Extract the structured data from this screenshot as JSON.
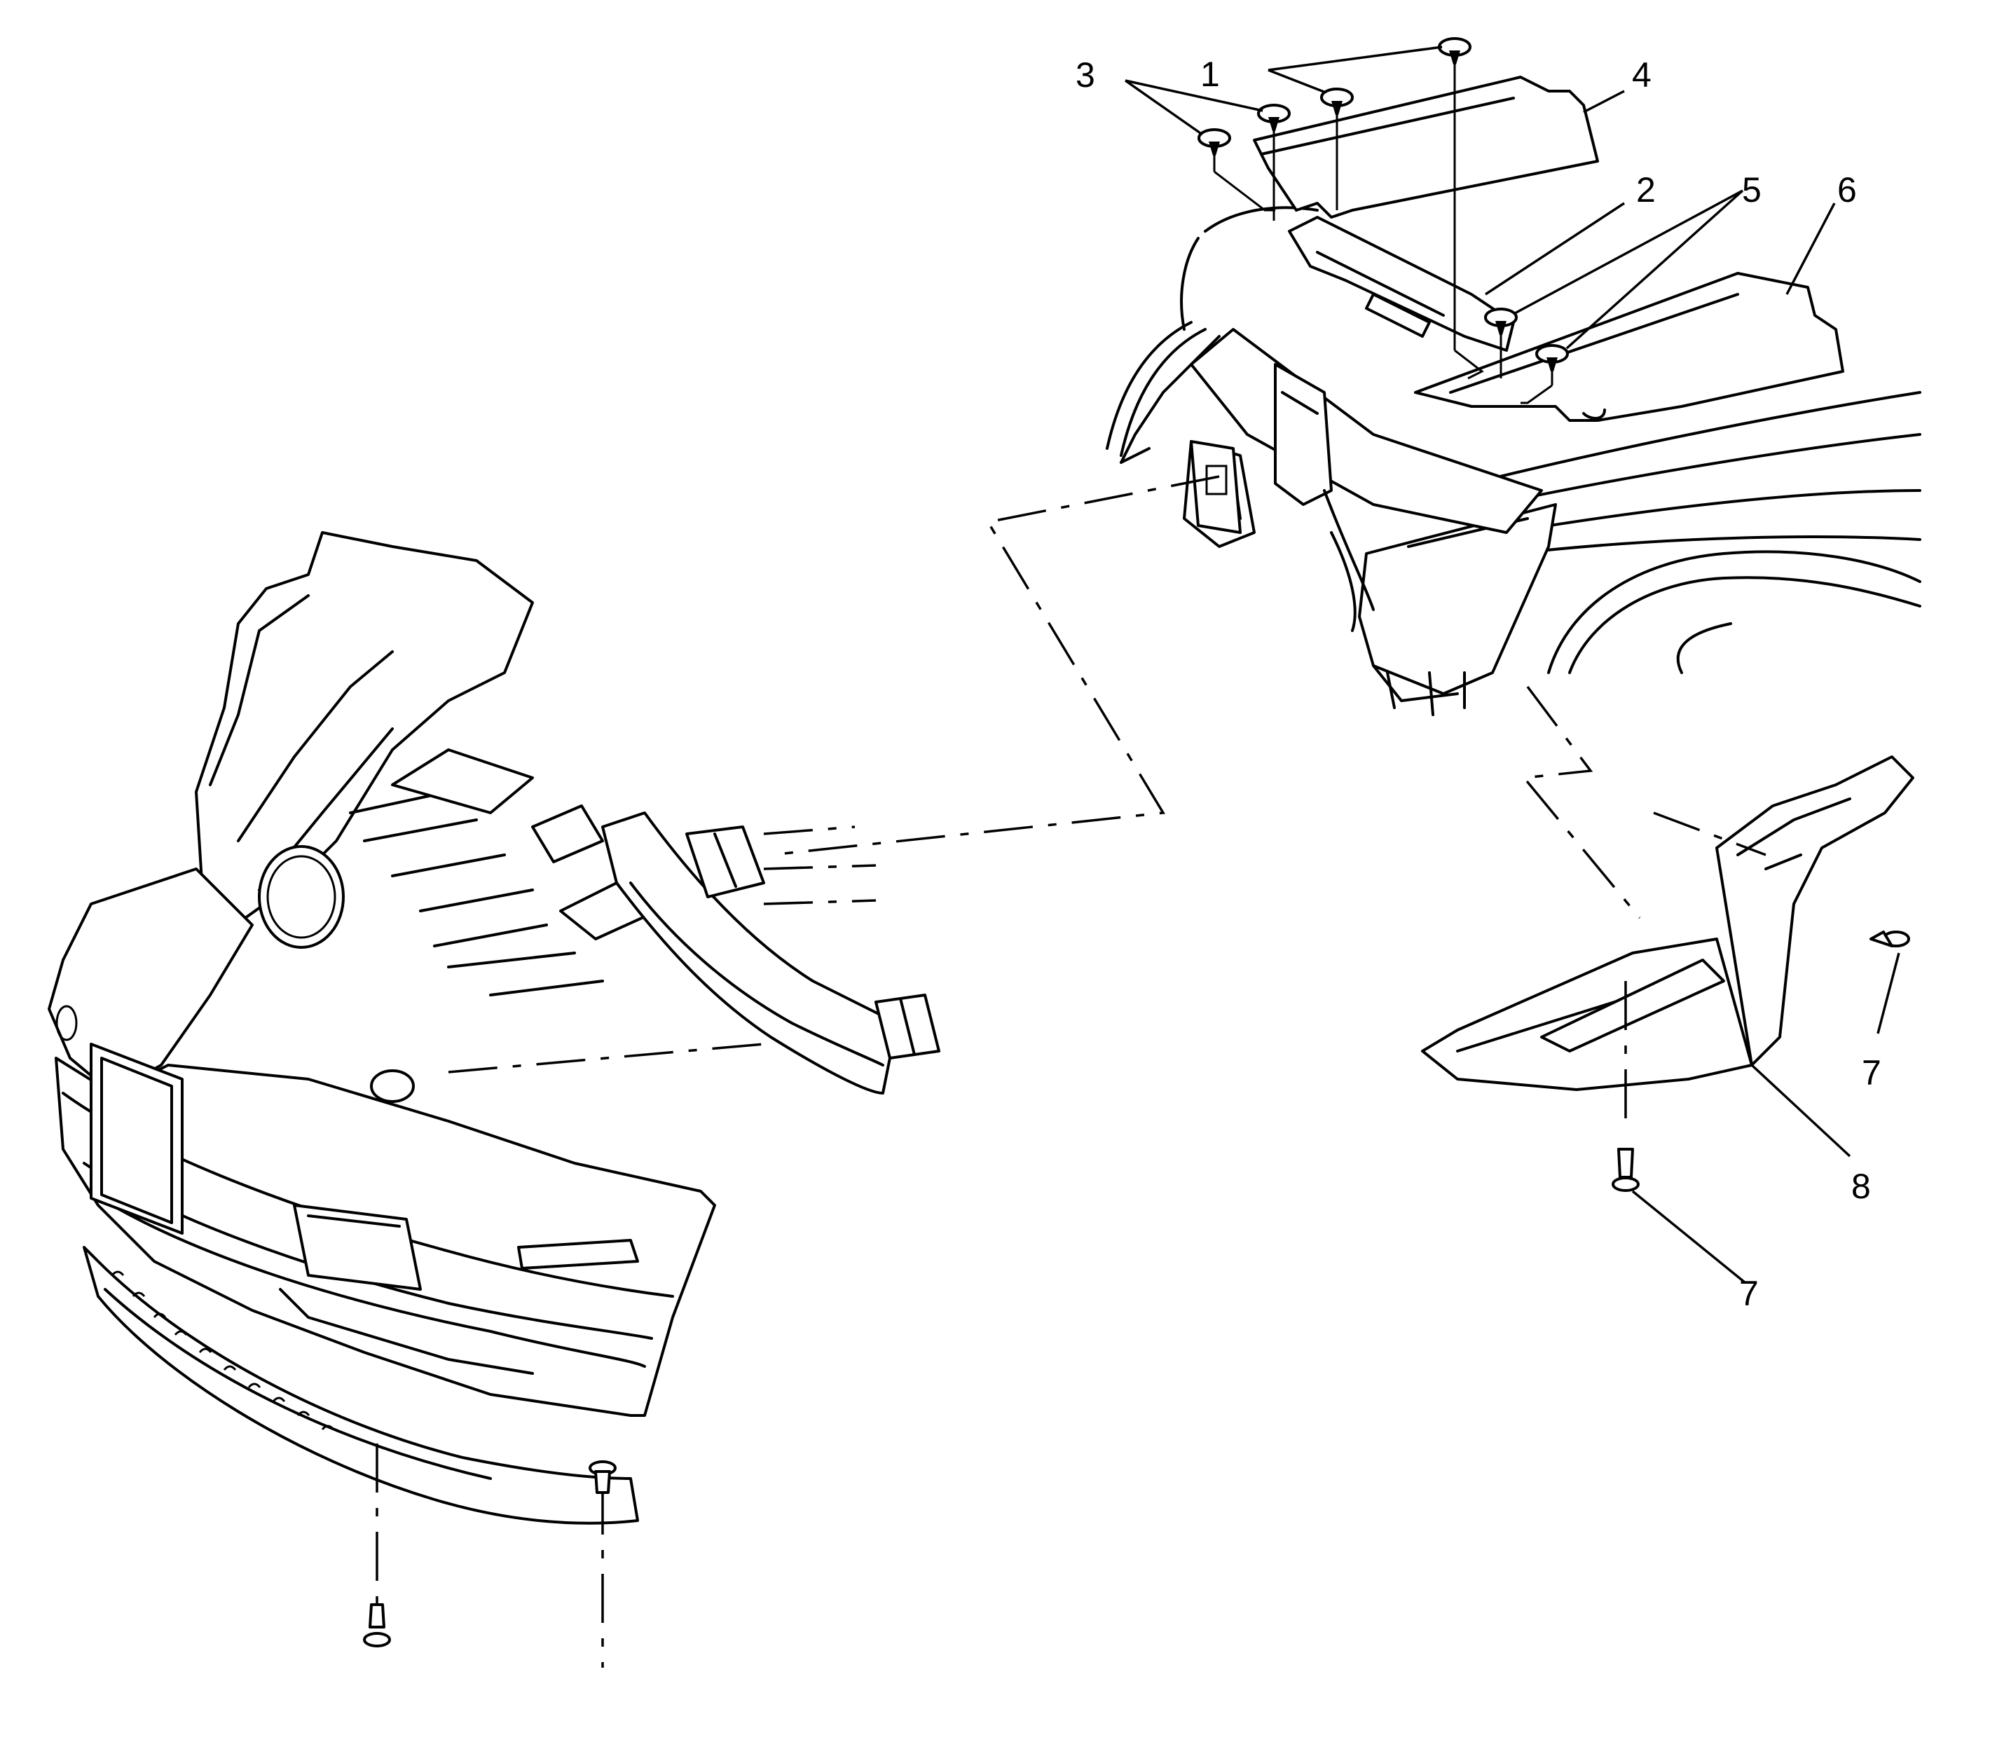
{
  "callouts": [
    {
      "id": "1",
      "text": "1"
    },
    {
      "id": "2",
      "text": "2"
    },
    {
      "id": "3",
      "text": "3"
    },
    {
      "id": "4",
      "text": "4"
    },
    {
      "id": "5",
      "text": "5"
    },
    {
      "id": "6",
      "text": "6"
    },
    {
      "id": "7a",
      "text": "7"
    },
    {
      "id": "7b",
      "text": "7"
    },
    {
      "id": "8",
      "text": "8"
    }
  ]
}
